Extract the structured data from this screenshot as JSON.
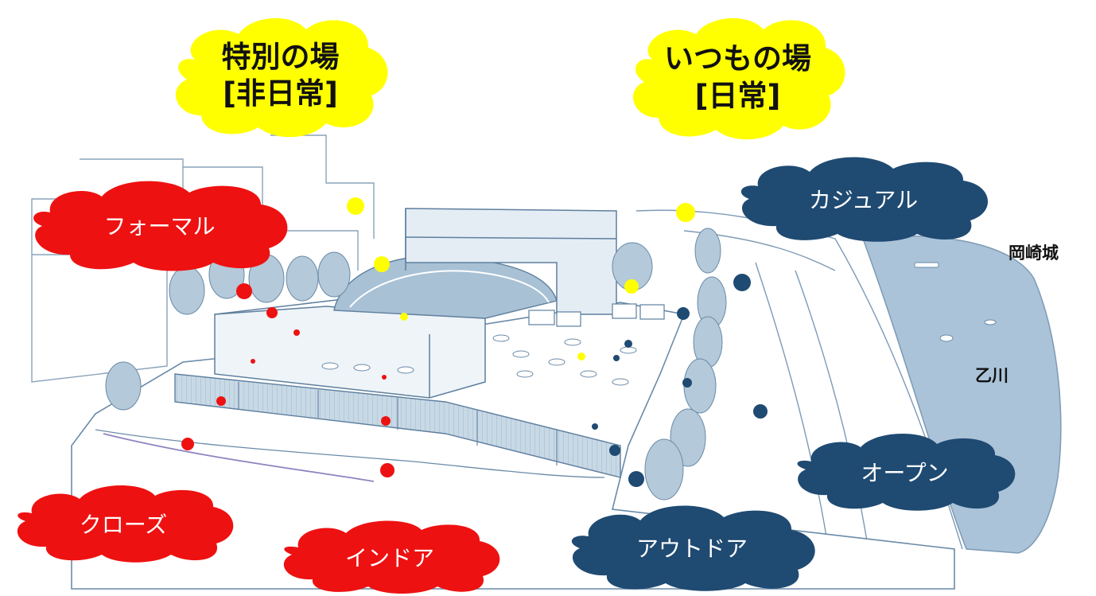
{
  "colors": {
    "yellow": "#ffff00",
    "red": "#ee1111",
    "navy": "#1f4a72",
    "sketch_line": "#6a8aa8",
    "sketch_fill": "#b9cfdf",
    "river": "#aac3d8"
  },
  "labels": {
    "special_place": "特別の場\n[非日常]",
    "usual_place": "いつもの場\n[日常]",
    "formal": "フォーマル",
    "casual": "カジュアル",
    "closed": "クローズ",
    "indoor": "インドア",
    "outdoor": "アウトドア",
    "open": "オープン"
  },
  "places": {
    "castle": "岡崎城",
    "river": "乙川"
  }
}
